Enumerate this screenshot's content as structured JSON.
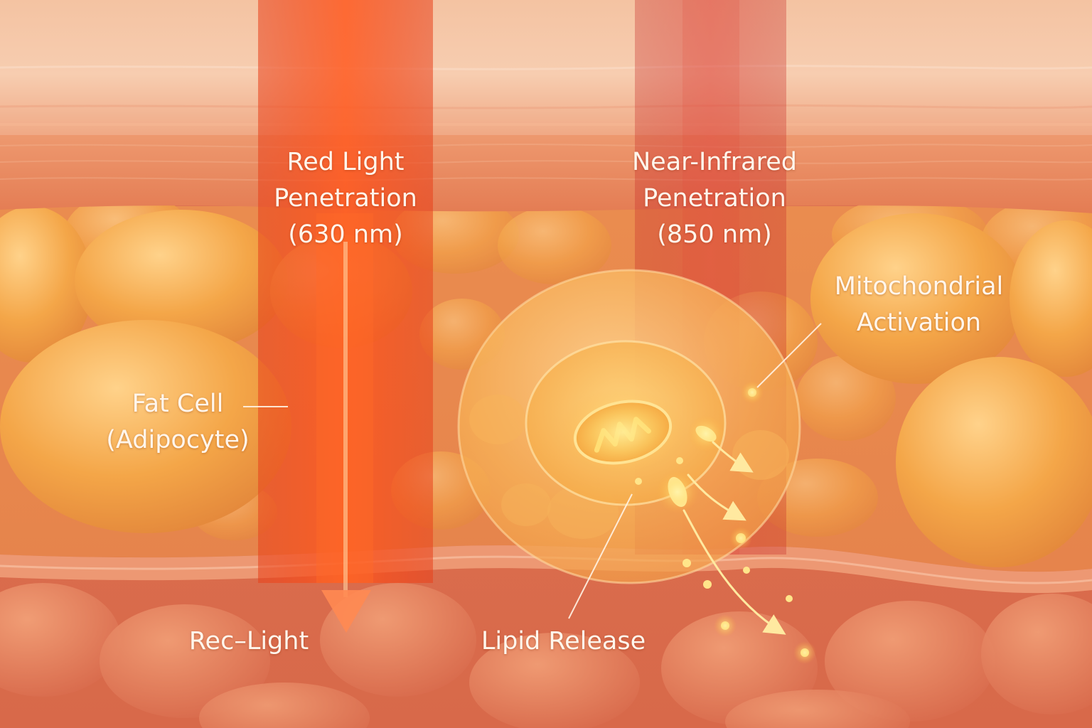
{
  "labels": {
    "red_light": {
      "line1": "Red Light",
      "line2": "Penetration",
      "line3": "(630 nm)"
    },
    "near_infrared": {
      "line1": "Near-Infrared",
      "line2": "Penetration",
      "line3": "(850 nm)"
    },
    "mitochondrial": {
      "line1": "Mitochondrial",
      "line2": "Activation"
    },
    "fat_cell": {
      "line1": "Fat Cell",
      "line2": "(Adipocyte)"
    },
    "rec_light": "Rec–Light",
    "lipid_release": "Lipid Release"
  },
  "colors": {
    "skin_top": "#f6c8a6",
    "dermis": "#ea8a5e",
    "fat_cell": "#f2a44a",
    "red_beam": "#ff4a1c",
    "nir_beam": "#d84a3a",
    "glow": "#ffe27a"
  }
}
